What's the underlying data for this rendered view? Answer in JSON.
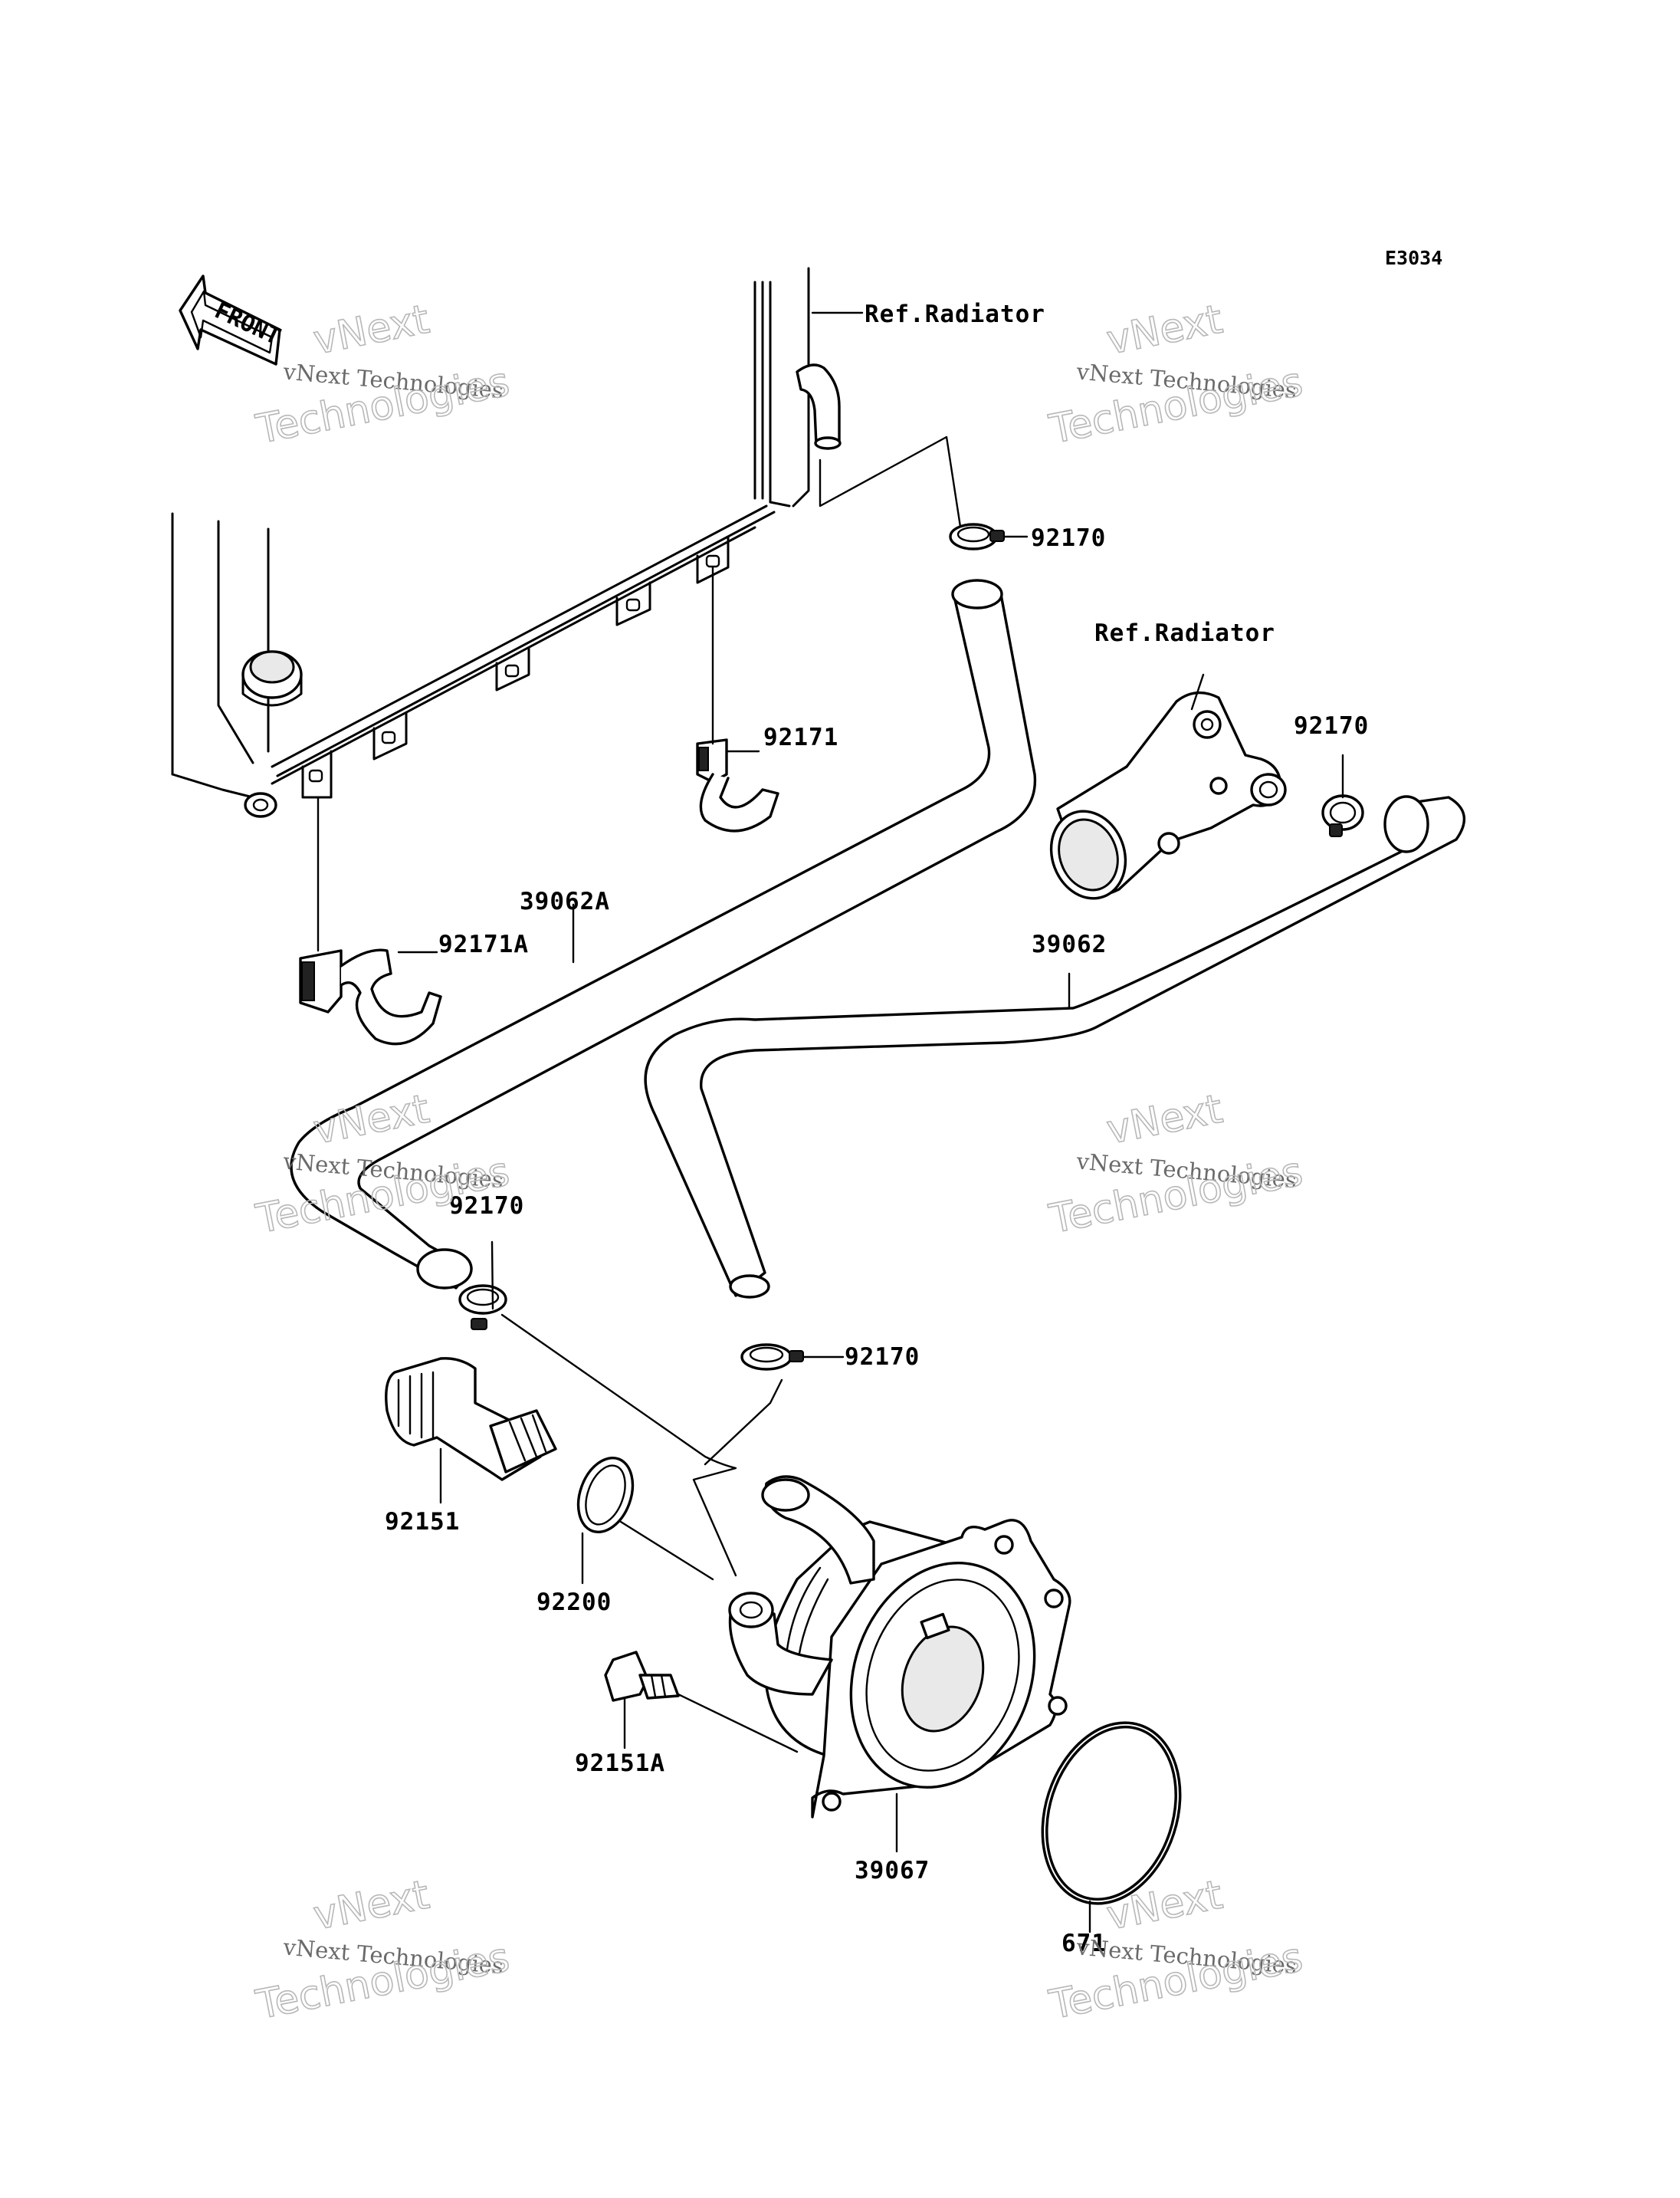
{
  "diagram_code": "E3034",
  "front_label": "FRONT",
  "ref_labels": [
    "Ref.Radiator",
    "Ref.Radiator"
  ],
  "part_labels": {
    "p92170_top": "92170",
    "p92171": "92171",
    "p92170_right": "92170",
    "p92171A": "92171A",
    "p39062A": "39062A",
    "p39062": "39062",
    "p92170_left": "92170",
    "p92170_mid": "92170",
    "p92151": "92151",
    "p92200": "92200",
    "p92151A": "92151A",
    "p39067": "39067",
    "p671": "671"
  },
  "watermark": {
    "line1": "vNext",
    "line2": "vNext Technologies",
    "line3": "Technologies"
  }
}
